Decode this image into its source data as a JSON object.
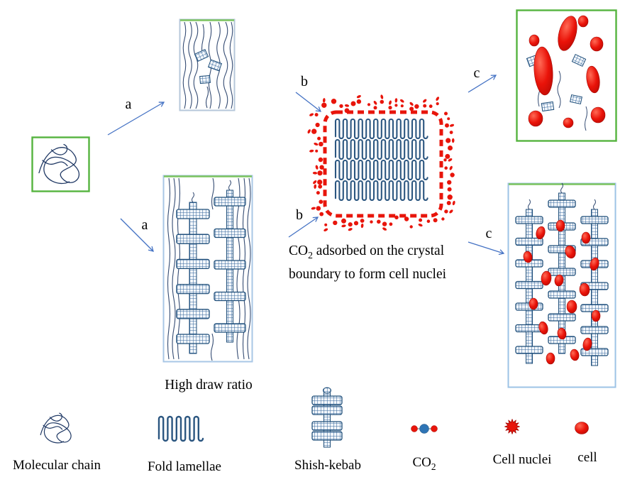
{
  "labels": {
    "a": "a",
    "b": "b",
    "c": "c"
  },
  "captions": {
    "high_draw_ratio": "High draw ratio",
    "co2_prefix": "CO",
    "co2_sub": "2",
    "co2_line1_rest": " adsorbed on the crystal",
    "co2_line2": "boundary to form cell nuclei"
  },
  "legend": {
    "molecular_chain": "Molecular chain",
    "fold_lamellae": "Fold lamellae",
    "shish_kebab": "Shish-kebab",
    "co2_prefix": "CO",
    "co2_sub": "2",
    "cell_nuclei": "Cell nuclei",
    "cell": "cell"
  },
  "colors": {
    "chain": "#1f3864",
    "crystal": "#1f4e79",
    "lamella": "#2b5680",
    "red": "#e8150b",
    "red_dark": "#a50803",
    "green_border": "#55b43f",
    "blue_border": "#9dc3e6",
    "arrow": "#4472c4",
    "co2_blue": "#2e74b5"
  }
}
